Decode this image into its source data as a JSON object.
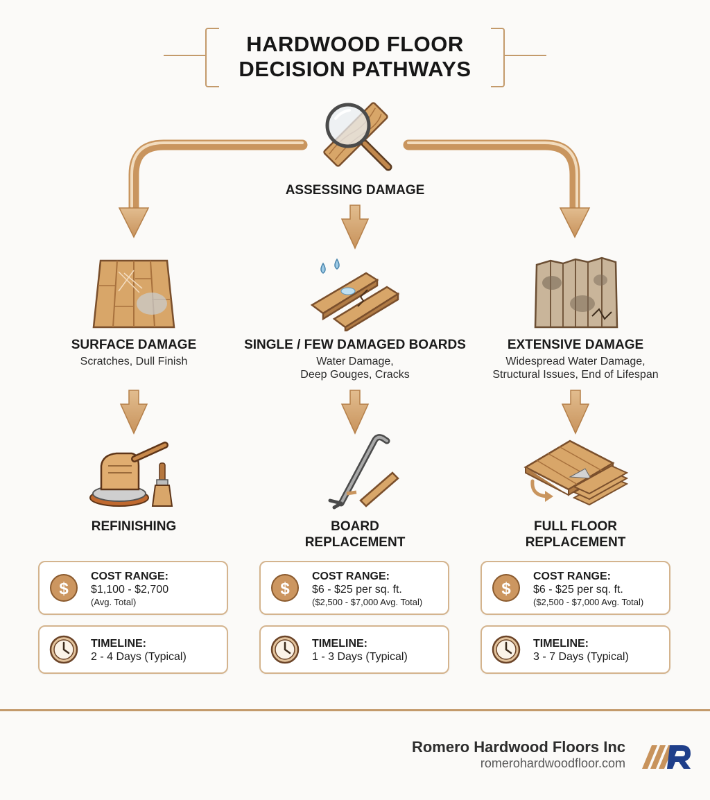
{
  "title": {
    "line1": "HARDWOOD FLOOR",
    "line2": "DECISION PATHWAYS"
  },
  "root": {
    "label": "ASSESSING DAMAGE"
  },
  "branches": [
    {
      "label": "SURFACE DAMAGE",
      "desc1": "Scratches, Dull Finish",
      "desc2": "",
      "solution1": "REFINISHING",
      "solution2": "",
      "cost": {
        "heading": "COST RANGE:",
        "value": "$1,100 - $2,700",
        "note": "(Avg. Total)"
      },
      "timeline": {
        "heading": "TIMELINE:",
        "value": "2 - 4 Days (Typical)"
      }
    },
    {
      "label": "SINGLE / FEW DAMAGED BOARDS",
      "desc1": "Water Damage,",
      "desc2": "Deep Gouges, Cracks",
      "solution1": "BOARD",
      "solution2": "REPLACEMENT",
      "cost": {
        "heading": "COST RANGE:",
        "value": "$6 - $25 per sq. ft.",
        "note": "($2,500 - $7,000 Avg. Total)"
      },
      "timeline": {
        "heading": "TIMELINE:",
        "value": "1 - 3 Days (Typical)"
      }
    },
    {
      "label": "EXTENSIVE DAMAGE",
      "desc1": "Widespread Water Damage,",
      "desc2": "Structural Issues, End of Lifespan",
      "solution1": "FULL FLOOR",
      "solution2": "REPLACEMENT",
      "cost": {
        "heading": "COST RANGE:",
        "value": "$6 - $25 per sq. ft.",
        "note": "($2,500 - $7,000 Avg. Total)"
      },
      "timeline": {
        "heading": "TIMELINE:",
        "value": "3 - 7 Days (Typical)"
      }
    }
  ],
  "brand": {
    "name": "Romero Hardwood Floors Inc",
    "url": "romerohardwoodfloor.com"
  },
  "icons": {
    "root": "magnifier-wood-icon",
    "b0": "scratched-floor-icon",
    "b1": "water-damaged-boards-icon",
    "b2": "rotten-floor-icon",
    "s0": "sander-brush-icon",
    "s1": "crowbar-board-icon",
    "s2": "new-floor-planks-icon",
    "cost": "dollar-icon",
    "time": "clock-icon"
  },
  "colors": {
    "accent": "#c39a6b",
    "wood": "#d6a56a",
    "coin": "#cc9660",
    "text": "#1c1c1c"
  }
}
